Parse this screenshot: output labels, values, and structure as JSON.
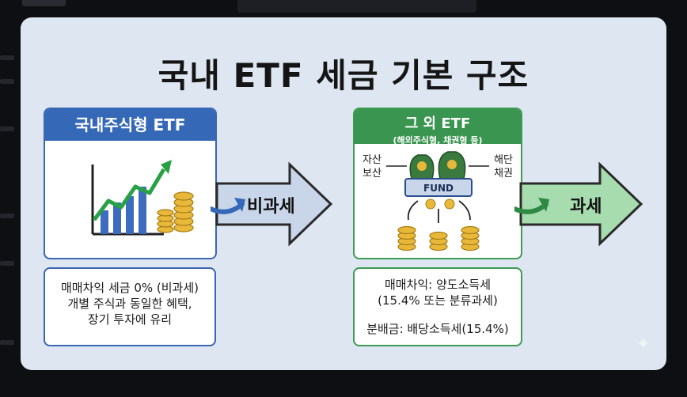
{
  "title": "국내 ETF 세금 기본 구조",
  "domestic": {
    "header": "국내주식형 ETF",
    "arrow_label": "비과세",
    "notes": [
      "매매차익 세금 0% (비과세)",
      "개별 주식과 동일한 혜택,",
      "장기 투자에 유리"
    ]
  },
  "other": {
    "header": "그 외 ETF",
    "subheader": "(해외주식형, 채권형 등)",
    "left_labels": [
      "자산",
      "보산"
    ],
    "right_labels": [
      "해단",
      "채권"
    ],
    "fund_label": "FUND",
    "arrow_label": "과세",
    "notes": [
      "매매차익: 양도소득세",
      "(15.4% 또는 분류과세)",
      "분배금: 배당소득세(15.4%)"
    ]
  },
  "colors": {
    "background": "#dee7f1",
    "blue": "#3668b8",
    "green": "#3a9550",
    "gold": "#e8b83a"
  }
}
